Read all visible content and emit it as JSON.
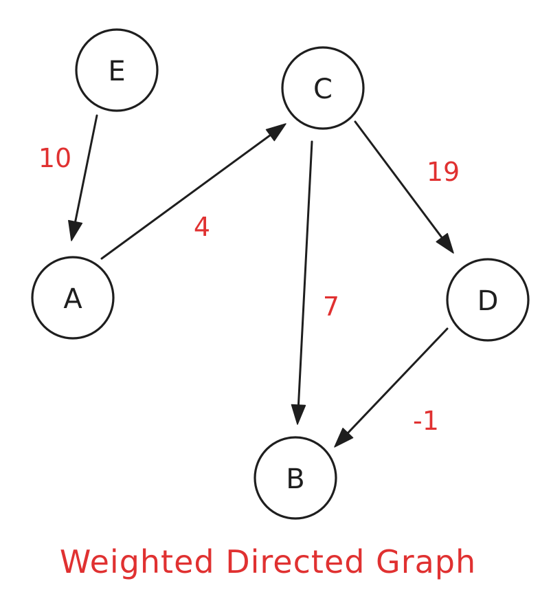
{
  "title": "Weighted Directed Graph",
  "colors": {
    "ink": "#1e1e1e",
    "accent": "#e03131",
    "background": "#ffffff"
  },
  "nodes": [
    {
      "id": "E",
      "label": "E"
    },
    {
      "id": "C",
      "label": "C"
    },
    {
      "id": "A",
      "label": "A"
    },
    {
      "id": "D",
      "label": "D"
    },
    {
      "id": "B",
      "label": "B"
    }
  ],
  "edges": [
    {
      "from": "E",
      "to": "A",
      "weight": "10"
    },
    {
      "from": "A",
      "to": "C",
      "weight": "4"
    },
    {
      "from": "C",
      "to": "B",
      "weight": "7"
    },
    {
      "from": "C",
      "to": "D",
      "weight": "19"
    },
    {
      "from": "D",
      "to": "B",
      "weight": "-1"
    }
  ]
}
